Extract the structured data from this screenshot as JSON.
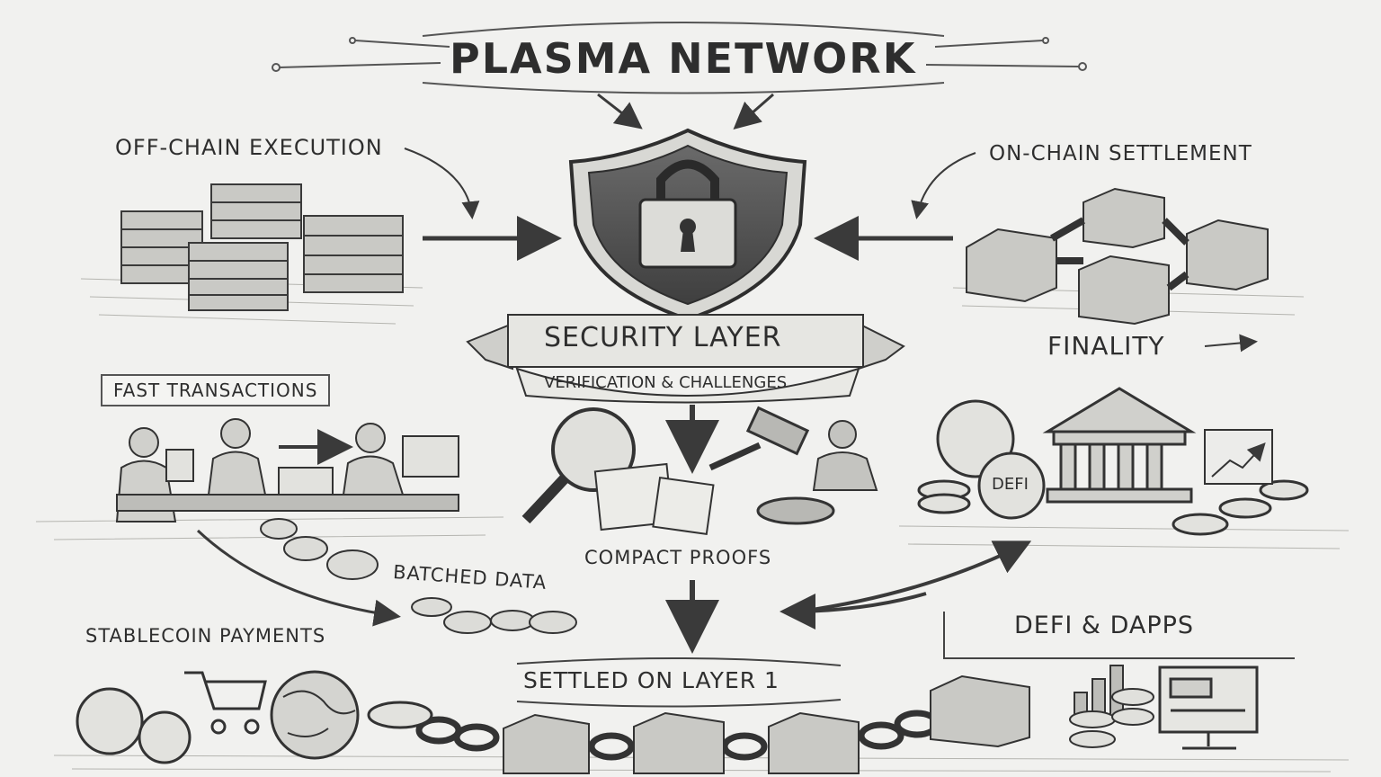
{
  "title": "Plasma Network",
  "sections": {
    "off_chain": "Off-Chain Execution",
    "on_chain": "On-Chain Settlement",
    "security": "Security Layer",
    "security_sub": "Verification & Challenges",
    "finality": "Finality",
    "fast_tx": "Fast Transactions",
    "batched": "Batched Data",
    "compact": "Compact Proofs",
    "stablecoin": "Stablecoin Payments",
    "defi_dapps": "DeFi & dApps",
    "settled": "Settled on Layer 1",
    "defi_coin": "DEFI"
  },
  "colors": {
    "paper": "#f1f1ef",
    "ink": "#2c2c2c",
    "shade": "#8a8a8a",
    "light": "#d4d4d0"
  },
  "icons": [
    "shield-lock-icon",
    "server-rack-icon",
    "blockchain-cube-icon",
    "people-icon",
    "magnifier-icon",
    "gavel-icon",
    "coin-icon",
    "bank-icon",
    "cart-icon",
    "globe-icon",
    "chain-icon",
    "monitor-icon"
  ]
}
